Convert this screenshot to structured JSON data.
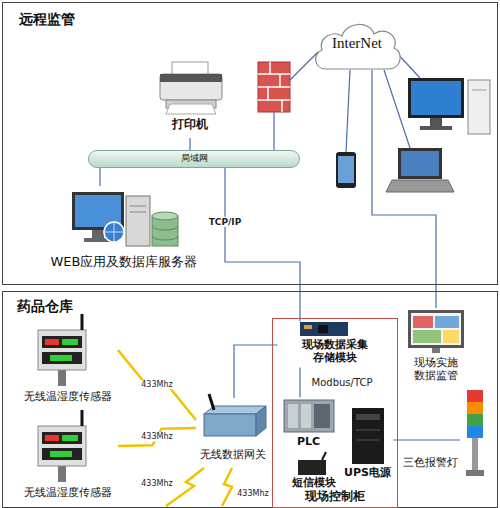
{
  "diagram": {
    "nodes": [
      {
        "text": [
          "远程监管"
        ]
      },
      {
        "text": [
          "InterNet"
        ],
        "in": 0
      },
      {
        "text": [
          "打印机"
        ],
        "in": 0
      },
      {
        "text": [
          "局域网"
        ],
        "in": 0
      },
      {
        "text": [
          "WEB应用及数据库服务器"
        ],
        "in": 0
      },
      {
        "text": [
          "药品仓库"
        ]
      },
      {
        "text": [
          "无线温湿度传感器"
        ],
        "in": 5
      },
      {
        "text": [
          "无线温湿度传感器"
        ],
        "in": 5
      },
      {
        "text": [
          "无线数据网关"
        ],
        "in": 5
      },
      {
        "text": [
          "现场控制柜"
        ],
        "in": 5
      },
      {
        "text": [
          "现场数据采集存储模块"
        ],
        "in": 9
      },
      {
        "text": [
          "PLC"
        ],
        "in": 9
      },
      {
        "text": [
          "短信模块"
        ],
        "in": 9
      },
      {
        "text": [
          "UPS电源"
        ],
        "in": 9
      },
      {
        "text": [
          "现场实施数据监管"
        ],
        "in": 5
      },
      {
        "text": [
          "三色报警灯"
        ],
        "in": 5
      }
    ],
    "edges": [
      {
        "from": 2,
        "to": 3,
        "arrow": "none"
      },
      {
        "from": 4,
        "to": 3,
        "arrow": "none"
      },
      {
        "from": 3,
        "to": 10,
        "label": "TCP/IP",
        "arrow": "none"
      },
      {
        "from": 1,
        "to": 14,
        "arrow": "none"
      },
      {
        "from": 6,
        "to": 8,
        "label": "433Mhz",
        "arrow": "none"
      },
      {
        "from": 7,
        "to": 8,
        "label": "433Mhz",
        "arrow": "none"
      },
      {
        "from": 8,
        "to": 10,
        "arrow": "none"
      },
      {
        "from": 10,
        "to": 11,
        "label": "Modbus/TCP",
        "arrow": "none"
      },
      {
        "from": 13,
        "to": 15,
        "arrow": "none"
      }
    ],
    "labels": [
      "433Mhz",
      "433Mhz"
    ]
  }
}
